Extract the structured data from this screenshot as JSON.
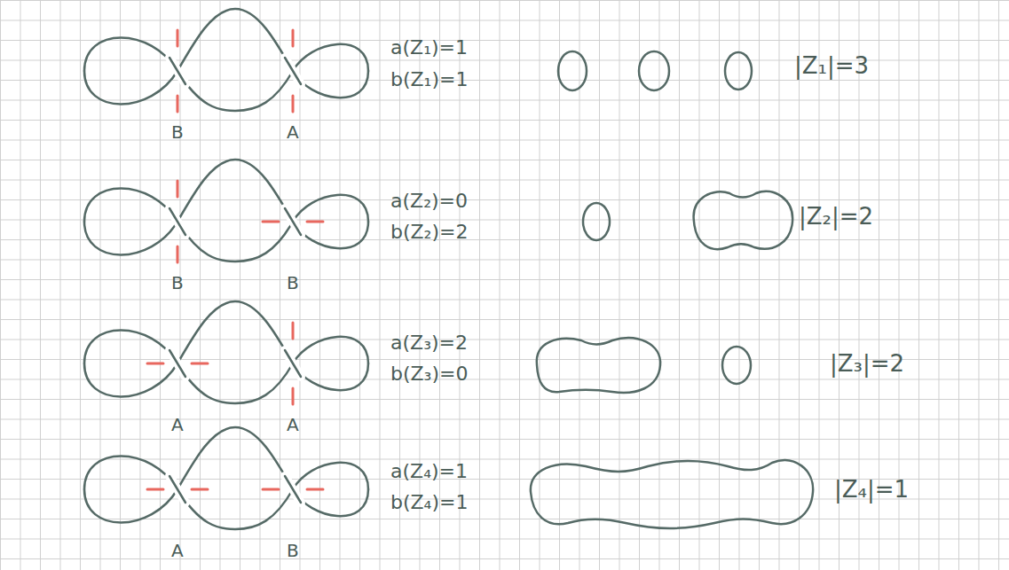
{
  "diagram": {
    "labels": [
      "B",
      "A",
      "a(Z₁)=1",
      "b(Z₁)=1",
      "|Z₁|=3",
      "B",
      "B",
      "a(Z₂)=0",
      "b(Z₂)=2",
      "|Z₂|=2",
      "A",
      "A",
      "a(Z₃)=2",
      "b(Z₃)=0",
      "|Z₃|=2",
      "A",
      "B",
      "a(Z₄)=1",
      "b(Z₄)=1",
      "|Z₄|=1"
    ]
  }
}
